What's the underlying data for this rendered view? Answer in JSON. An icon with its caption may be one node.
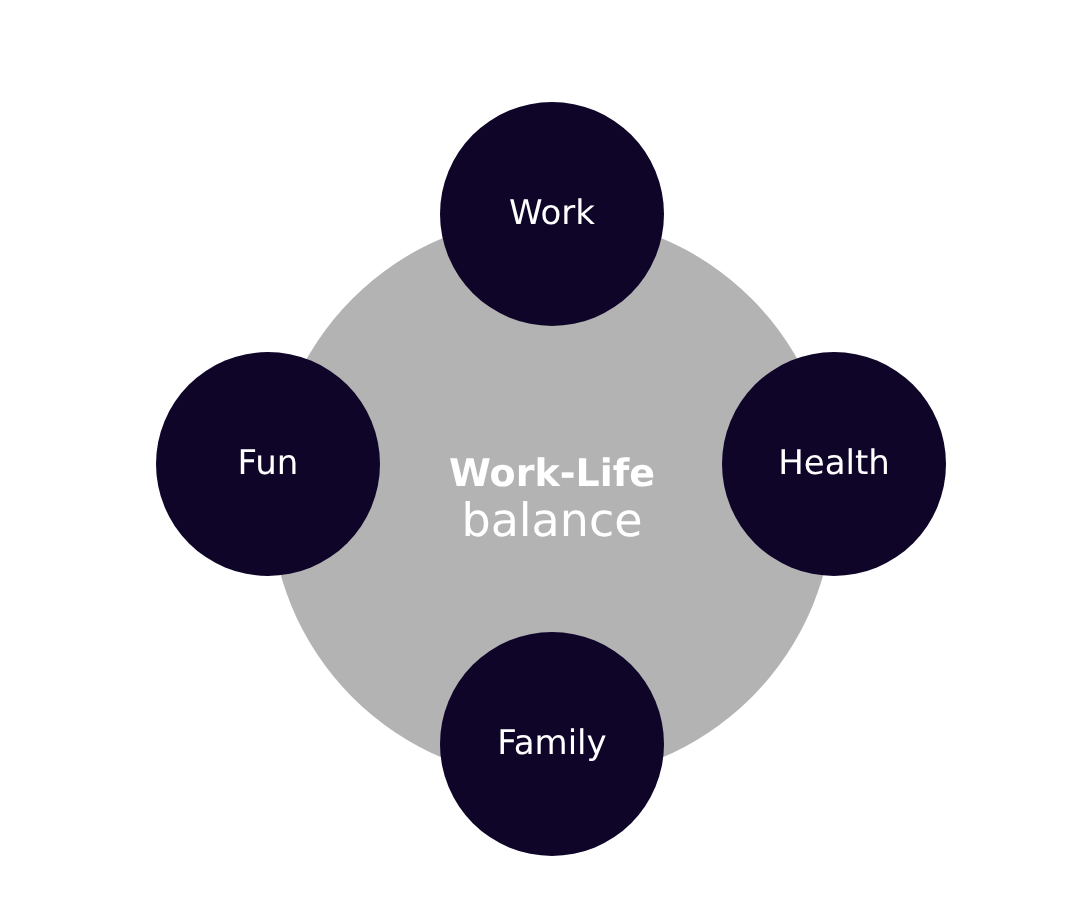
{
  "diagram": {
    "nodes": [
      {
        "text": [
          "**Work-Life** balance"
        ]
      },
      {
        "text": [
          "Work"
        ]
      },
      {
        "text": [
          "Fun"
        ]
      },
      {
        "text": [
          "Health"
        ]
      },
      {
        "text": [
          "Family"
        ]
      }
    ]
  }
}
